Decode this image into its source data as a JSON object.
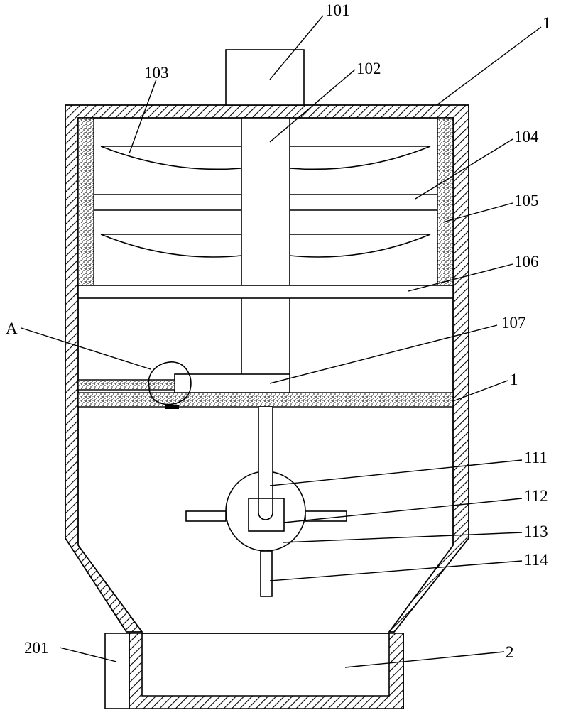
{
  "diagram": {
    "labels": {
      "motor": "101",
      "shaft": "102",
      "stirring_blade": "103",
      "crossbar": "104",
      "insulation_layer": "105",
      "partition_plate": "106",
      "valve_rod": "107",
      "housing_top": "1",
      "housing_mid": "1",
      "detail_a": "A",
      "rotating_disc": "111",
      "slider_block": "112",
      "disc_body": "113",
      "scraper_rod": "114",
      "support_leg": "201",
      "collection_box": "2"
    },
    "colors": {
      "ink": "#000000",
      "background": "#ffffff"
    }
  }
}
